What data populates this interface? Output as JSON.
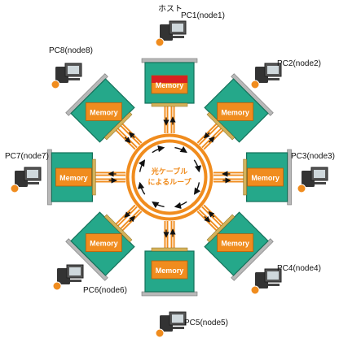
{
  "host_label": "ホスト",
  "ring_label_line1": "光ケーブル",
  "ring_label_line2": "によるループ",
  "memory_label": "Memory",
  "nodes": [
    {
      "label": "PC1(node1)",
      "host": true
    },
    {
      "label": "PC2(node2)",
      "host": false
    },
    {
      "label": "PC3(node3)",
      "host": false
    },
    {
      "label": "PC4(node4)",
      "host": false
    },
    {
      "label": "PC5(node5)",
      "host": false
    },
    {
      "label": "PC6(node6)",
      "host": false
    },
    {
      "label": "PC7(node7)",
      "host": false
    },
    {
      "label": "PC8(node8)",
      "host": false
    }
  ],
  "colors": {
    "orange": "#f08c1e",
    "board": "#25a88a",
    "board_dark": "#137059",
    "host_memory": "#d92020",
    "ring_text": "#f08c1e",
    "computer": "#333333",
    "bracket": "#b8b8b8"
  },
  "icons": [
    "computer-icon",
    "badge-icon",
    "arrow-icon"
  ]
}
